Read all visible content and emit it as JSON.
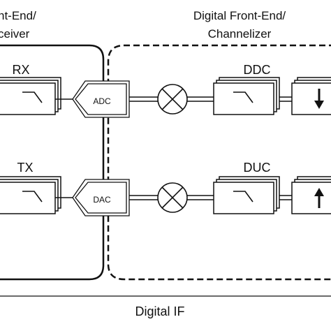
{
  "labels": {
    "left_group_line1": "nt-End/",
    "left_group_line2": "ceiver",
    "right_group_line1": "Digital Front-End/",
    "right_group_line2": "Channelizer",
    "rx": "RX",
    "tx": "TX",
    "adc": "ADC",
    "dac": "DAC",
    "ddc": "DDC",
    "duc": "DUC",
    "bottom": "Digital IF"
  },
  "icons": {
    "mixer": "mixer-icon",
    "filter": "lowpass-filter-icon",
    "downsample": "down-arrow-icon",
    "upsample": "up-arrow-icon"
  },
  "colors": {
    "line": "#111111",
    "background": "#ffffff"
  }
}
